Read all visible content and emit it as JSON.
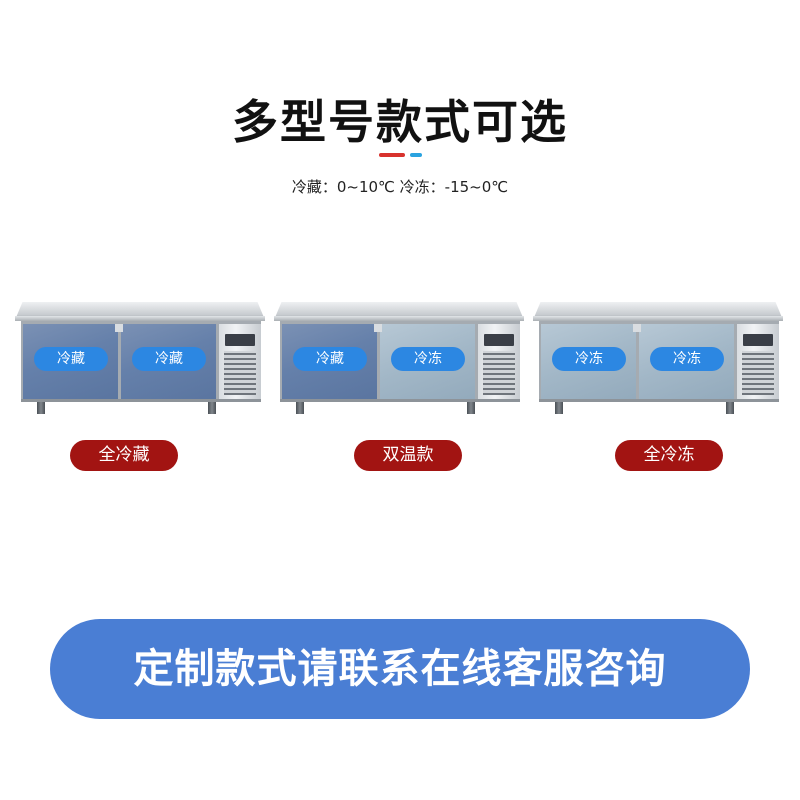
{
  "header": {
    "title": "多型号款式可选",
    "subtitle": "冷藏：0~10℃ 冷冻：-15~0℃"
  },
  "colors": {
    "accent_red": "#d8322d",
    "accent_blue": "#2aa3e0",
    "label_red": "#a21412",
    "pill_blue": "#2c87e2",
    "banner_blue": "#4a7ed4"
  },
  "products": [
    {
      "left_door": "冷藏",
      "right_door": "冷藏",
      "label": "全冷藏"
    },
    {
      "left_door": "冷藏",
      "right_door": "冷冻",
      "label": "双温款"
    },
    {
      "left_door": "冷冻",
      "right_door": "冷冻",
      "label": "全冷冻"
    }
  ],
  "banner": {
    "text": "定制款式请联系在线客服咨询"
  }
}
